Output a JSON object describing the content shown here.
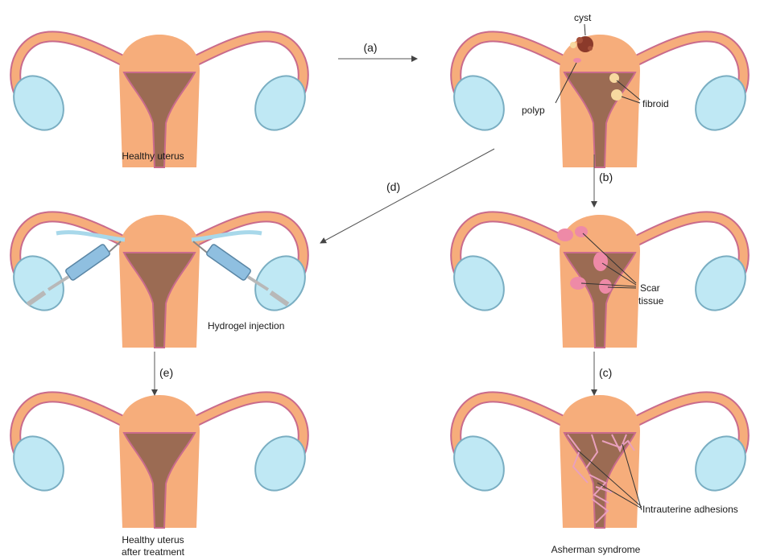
{
  "colors": {
    "uterus_body": "#f6ad7b",
    "outline": "#c96b8c",
    "tube": "#f6ad7b",
    "cavity": "#9b6b53",
    "ovary": "#bfe8f4",
    "ovary_stroke": "#7aaec2",
    "scar": "#ee8aa7",
    "adhesion": "#e9a0bd",
    "hydrogel": "#a8d8ea",
    "cyst": "#8b3a2a",
    "fibroid": "#f7d9a0",
    "syringe_barrel": "#8fbfe0",
    "syringe_metal": "#b8b8b8",
    "arrow": "#555555"
  },
  "panels": {
    "healthy": {
      "caption": "Healthy uterus"
    },
    "diseased": {
      "cyst_label": "cyst",
      "polyp_label": "polyp",
      "fibroid_label": "fibroid"
    },
    "scar": {
      "label_line1": "Scar",
      "label_line2": "tissue"
    },
    "injection": {
      "caption": "Hydrogel injection"
    },
    "treated": {
      "caption_line1": "Healthy uterus",
      "caption_line2": "after treatment"
    },
    "asherman": {
      "adhesion_label": "Intrauterine adhesions",
      "caption": "Asherman syndrome"
    }
  },
  "steps": {
    "a": "(a)",
    "b": "(b)",
    "c": "(c)",
    "d": "(d)",
    "e": "(e)"
  }
}
